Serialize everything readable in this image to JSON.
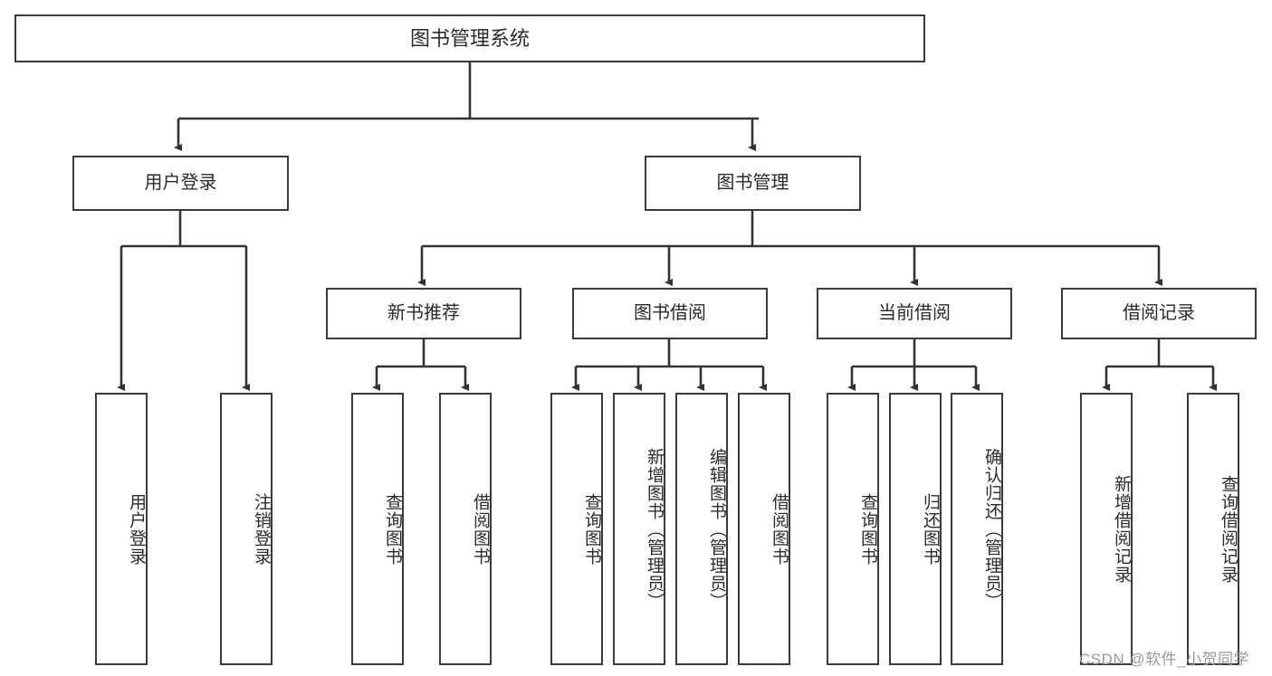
{
  "diagram": {
    "title": "图书管理系统",
    "type": "hierarchy-tree",
    "colors": {
      "box_border": "#3a3a3a",
      "box_fill": "#ffffff",
      "line": "#333333",
      "text": "#2b2b2b",
      "watermark": "#9a9a9a",
      "background": "#ffffff"
    },
    "root": {
      "label": "图书管理系统"
    },
    "level1": [
      {
        "label": "用户登录"
      },
      {
        "label": "图书管理"
      }
    ],
    "level2": [
      {
        "label": "新书推荐"
      },
      {
        "label": "图书借阅"
      },
      {
        "label": "当前借阅"
      },
      {
        "label": "借阅记录"
      }
    ],
    "leaves": {
      "user_login": [
        {
          "label": "用户登录"
        },
        {
          "label": "注销登录"
        }
      ],
      "new_book_recommend": [
        {
          "label": "查询图书"
        },
        {
          "label": "借阅图书"
        }
      ],
      "book_borrow": [
        {
          "label": "查询图书"
        },
        {
          "label": "新增图书（管理员）"
        },
        {
          "label": "编辑图书（管理员）"
        },
        {
          "label": "借阅图书"
        }
      ],
      "current_borrow": [
        {
          "label": "查询图书"
        },
        {
          "label": "归还图书"
        },
        {
          "label": "确认归还（管理员）"
        }
      ],
      "borrow_record": [
        {
          "label": "新增借阅记录"
        },
        {
          "label": "查询借阅记录"
        }
      ]
    }
  },
  "watermark": {
    "text": "CSDN @软件_小贺同学"
  }
}
